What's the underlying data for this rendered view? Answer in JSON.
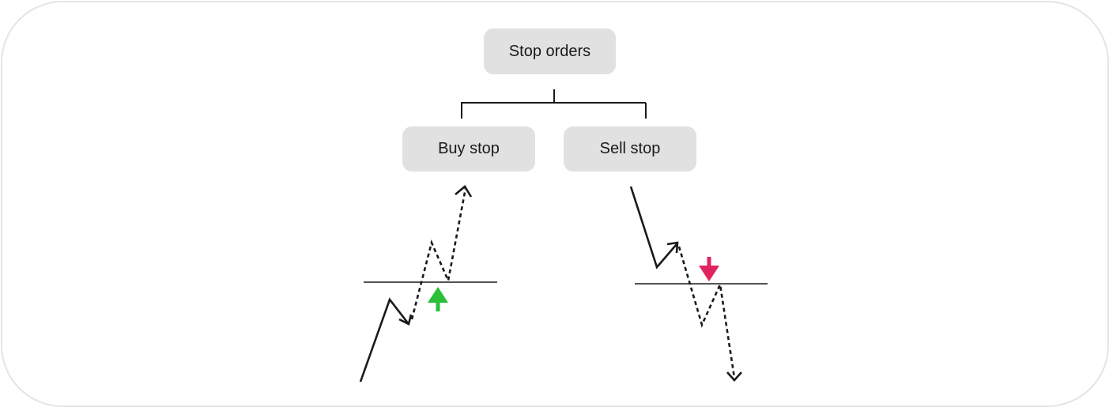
{
  "diagram": {
    "root": {
      "label": "Stop orders"
    },
    "children": [
      {
        "key": "buy",
        "label": "Buy stop",
        "trigger_direction": "up",
        "trigger_color": "#2bbf3a"
      },
      {
        "key": "sell",
        "label": "Sell stop",
        "trigger_direction": "down",
        "trigger_color": "#e0245e"
      }
    ],
    "line_color": "#1a1a1a",
    "box_color": "#e1e1e1",
    "frame_color": "#e4e4e4"
  }
}
